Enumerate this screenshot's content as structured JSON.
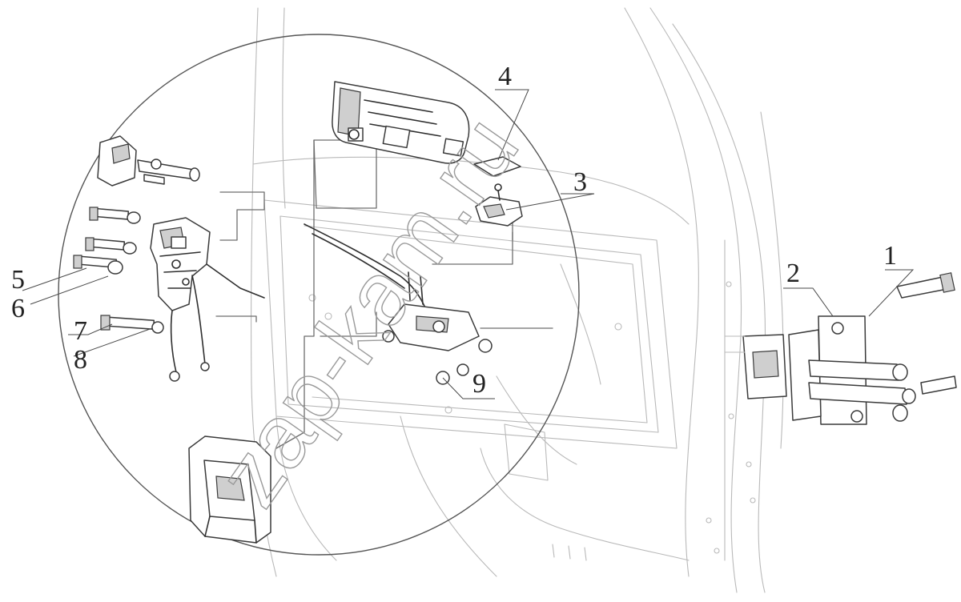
{
  "callouts": [
    "1",
    "2",
    "3",
    "4",
    "5",
    "6",
    "7",
    "8",
    "9"
  ],
  "watermark": "zap-kam.ru",
  "colors": {
    "line": "#6e6e6e",
    "light_line": "#b9b9b9",
    "dark": "#2e2e2e",
    "text": "#222222"
  }
}
